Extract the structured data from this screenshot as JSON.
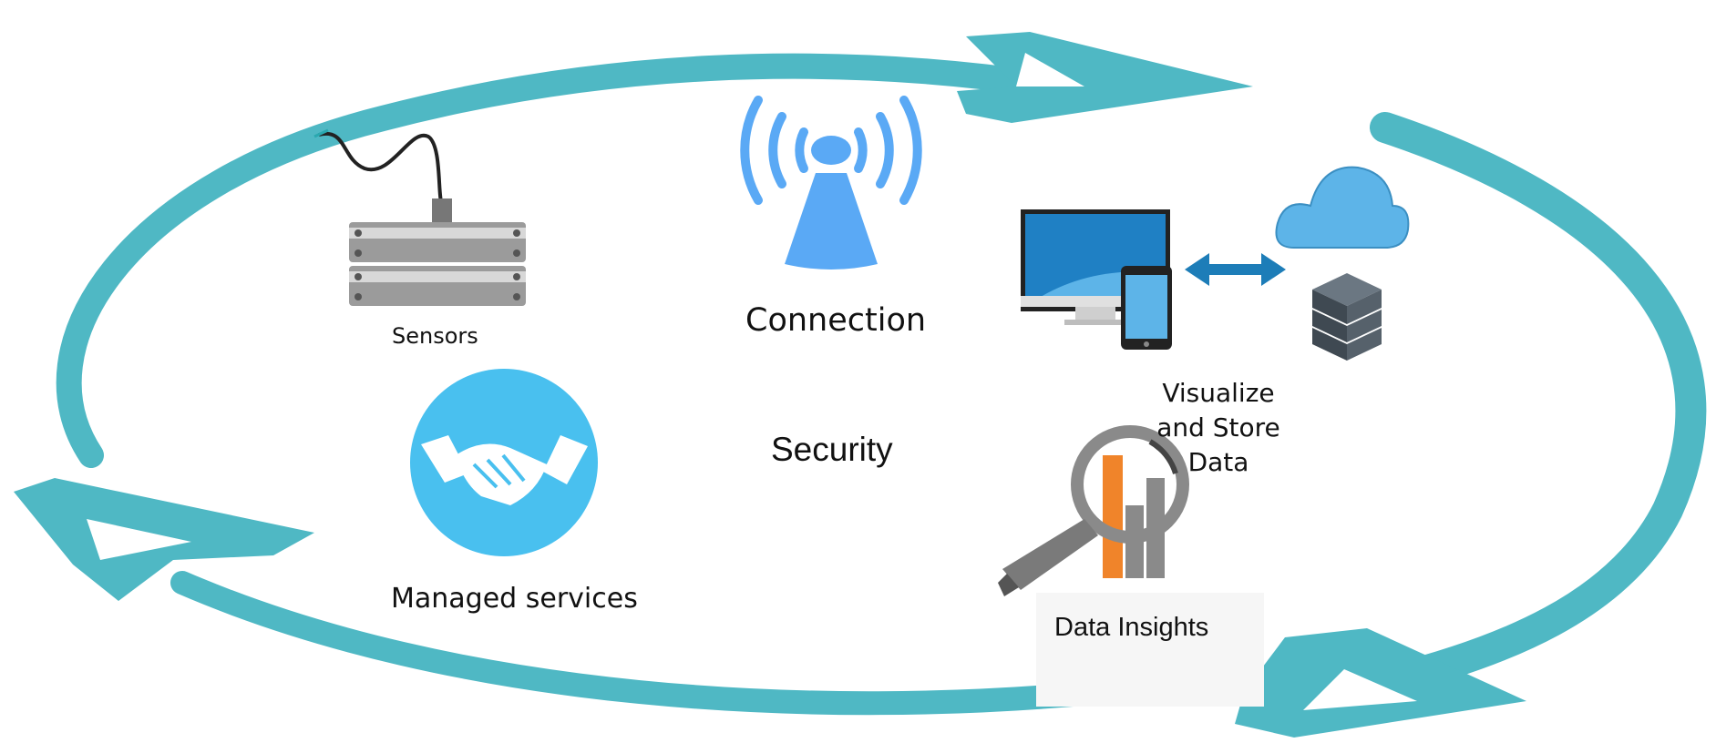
{
  "diagram": {
    "labels": {
      "sensors": "Sensors",
      "connection": "Connection",
      "visualize": "Visualize and Store Data",
      "security": "Security",
      "managed_services": "Managed services",
      "data_insights": "Data Insights"
    },
    "colors": {
      "cycle_arrow": "#4fb8c4",
      "signal_blue": "#5aa9f5",
      "handshake_circle": "#49c0ef",
      "cloud": "#5db4e8",
      "monitor_frame": "#222222",
      "screen_blue": "#1f80c4",
      "double_arrow": "#1d7db8",
      "server": "#4a5560",
      "insights_orange": "#f0842a",
      "insights_grey": "#8a8a8a"
    },
    "icons": [
      "sensor-icon",
      "wifi-signal-icon",
      "monitor-icon",
      "phone-icon",
      "double-arrow-icon",
      "cloud-icon",
      "server-stack-icon",
      "handshake-icon",
      "magnifier-chart-icon"
    ]
  }
}
